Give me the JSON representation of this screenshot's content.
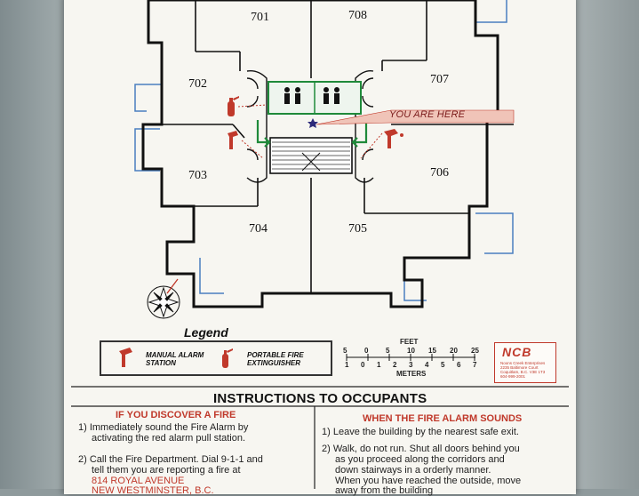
{
  "rooms": {
    "r701": "701",
    "r702": "702",
    "r703": "703",
    "r704": "704",
    "r705": "705",
    "r706": "706",
    "r707": "707",
    "r708": "708"
  },
  "you_are_here": "YOU ARE HERE",
  "legend": {
    "title": "Legend",
    "manual_alarm_line1": "MANUAL ALARM",
    "manual_alarm_line2": "STATION",
    "extinguisher_line1": "PORTABLE FIRE",
    "extinguisher_line2": "EXTINGUISHER"
  },
  "scale": {
    "feet_label": "FEET",
    "meters_label": "METERS",
    "feet_ticks": [
      "5",
      "0",
      "5",
      "10",
      "15",
      "20",
      "25"
    ],
    "meter_ticks": [
      "1",
      "0",
      "1",
      "2",
      "3",
      "4",
      "5",
      "6",
      "7"
    ]
  },
  "company": {
    "logo": "NCB",
    "line1": "Noons Creek Enterprises",
    "line2": "2235 Baltimore Court",
    "line3": "Coquitlam, B.C. V3E 1T3",
    "line4": "604-999-2001"
  },
  "instructions": {
    "title": "INSTRUCTIONS TO OCCUPANTS",
    "left": {
      "heading": "IF YOU DISCOVER A FIRE",
      "step1_line1": "1) Immediately sound the Fire Alarm by",
      "step1_line2": "activating the red alarm pull station.",
      "step2_line1": "2) Call the Fire Department. Dial 9-1-1 and",
      "step2_line2": "tell them you are reporting a fire at",
      "address_line1": "814 ROYAL AVENUE",
      "address_line2": "NEW WESTMINSTER, B.C."
    },
    "right": {
      "heading": "WHEN THE FIRE ALARM SOUNDS",
      "step1": "1) Leave the building by the nearest safe exit.",
      "step2_line1": "2) Walk, do not run. Shut all doors behind you",
      "step2_line2": "as you proceed along the corridors and",
      "step2_line3": "down stairways in a orderly manner.",
      "step2_line4": "When you have reached the outside, move",
      "step2_line5": "away from the building"
    }
  },
  "colors": {
    "placard": "#f7f6f1",
    "alarm_red": "#c0392b",
    "exit_green": "#1f8a3a",
    "balcony_blue": "#4a7fc0"
  }
}
